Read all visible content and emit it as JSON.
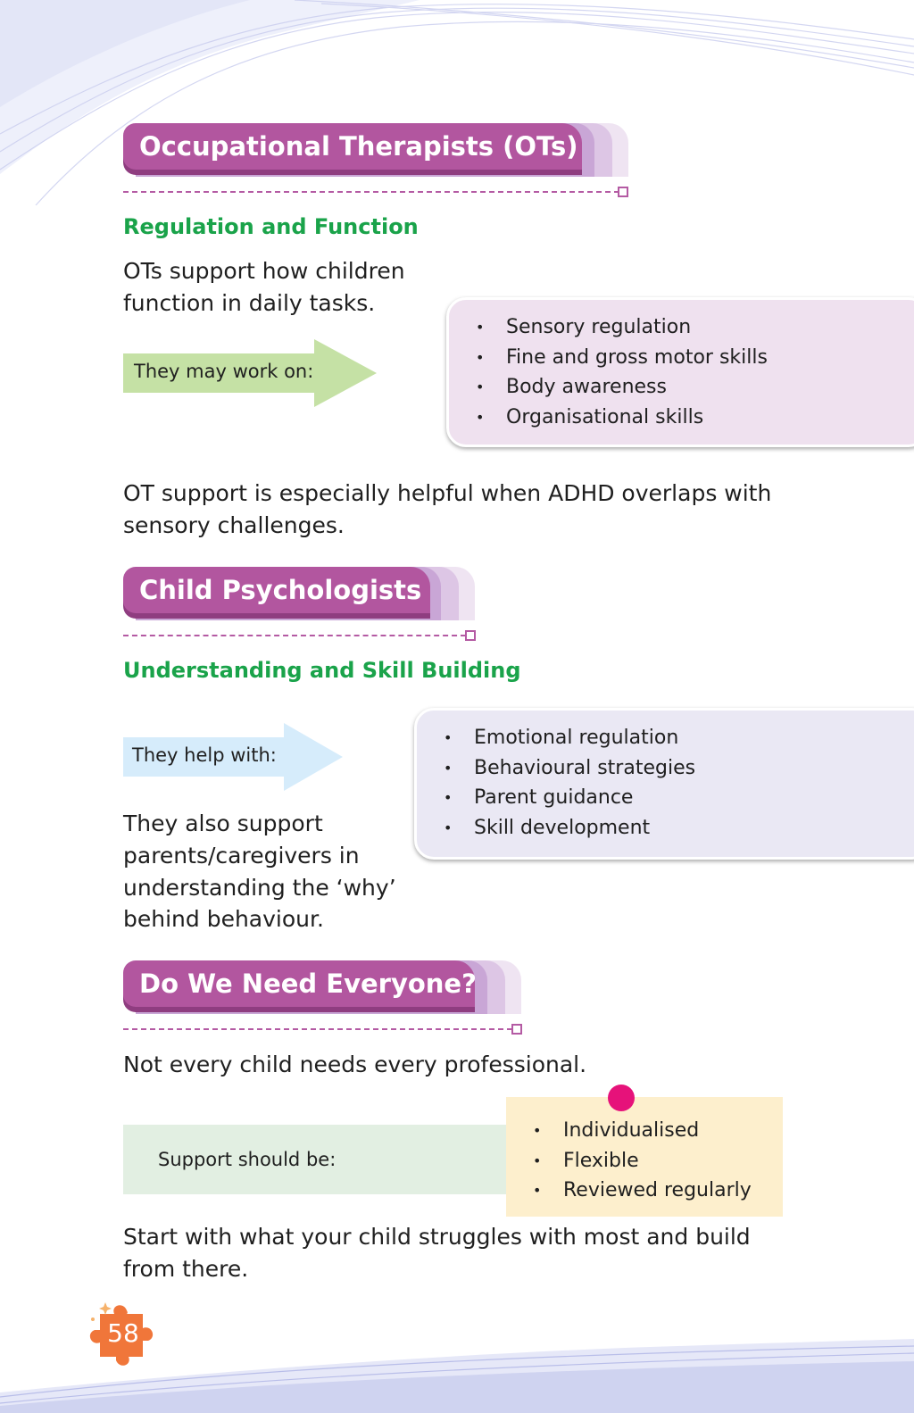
{
  "sections": {
    "ot": {
      "heading": "Occupational Therapists (OTs)",
      "subheading": "Regulation and Function",
      "intro_line1": "OTs support how children",
      "intro_line2": "function in daily tasks.",
      "arrow_label": "They may work on:",
      "items": [
        "Sensory regulation",
        "Fine and gross motor skills",
        "Body awareness",
        "Organisational skills"
      ],
      "closing_line1": "OT support is especially helpful when ADHD overlaps with",
      "closing_line2": "sensory challenges."
    },
    "psych": {
      "heading": "Child Psychologists",
      "subheading": "Understanding and Skill Building",
      "arrow_label": "They help with:",
      "items": [
        "Emotional regulation",
        "Behavioural strategies",
        "Parent guidance",
        "Skill development"
      ],
      "support_lines": [
        "They also support",
        "parents/caregivers in",
        "understanding the ‘why’",
        "behind behaviour."
      ]
    },
    "everyone": {
      "heading": "Do We Need Everyone?",
      "intro": "Not every child needs every professional.",
      "support_label": "Support should be:",
      "items": [
        "Individualised",
        "Flexible",
        "Reviewed regularly"
      ],
      "closing_line1": "Start with what your child struggles with most and build",
      "closing_line2": "from there."
    }
  },
  "page_number": "58",
  "colors": {
    "header_purple": "#b2569f",
    "subheading_green": "#1aa34a",
    "arrow_green": "#c5e1a5",
    "arrow_blue": "#d6ecfb",
    "box_pink": "#efe1ef",
    "box_lavender": "#eae8f4",
    "note_yellow": "#fdefcd",
    "pin_magenta": "#e6127a",
    "badge_orange": "#f0763a"
  }
}
